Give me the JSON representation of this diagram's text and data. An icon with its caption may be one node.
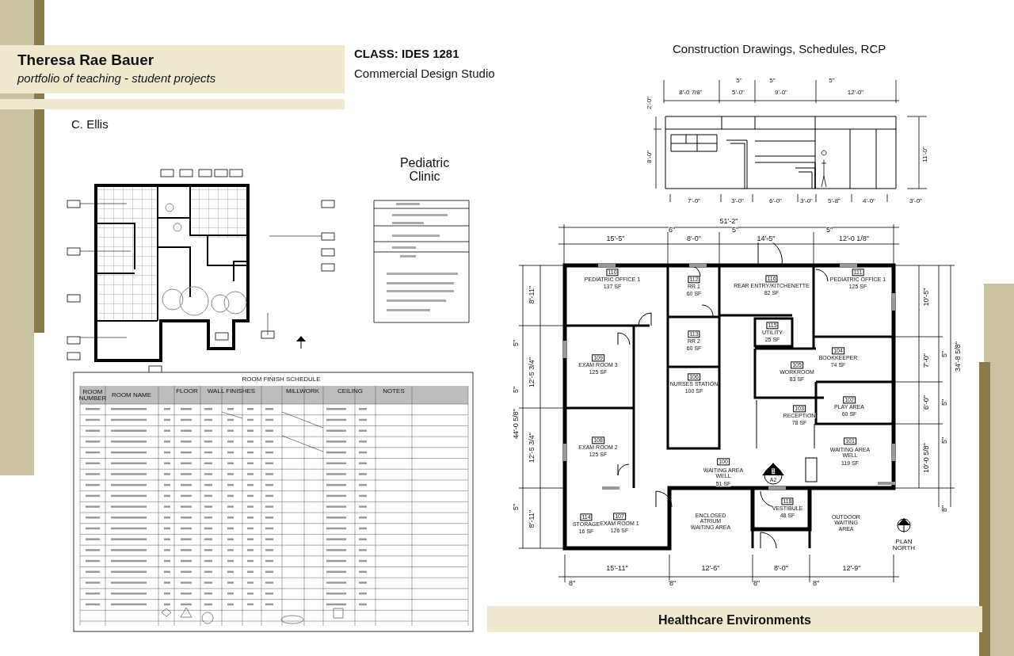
{
  "diagram": {
    "nodes": [
      {
        "text": [
          "Theresa Rae Bauer",
          "portfolio of teaching - student projects"
        ]
      },
      {
        "text": [
          "Healthcare Environments"
        ]
      }
    ],
    "labels": [
      "CLASS: IDES 1281",
      "Commercial Design Studio",
      "Construction Drawings, Schedules, RCP",
      "C. Ellis",
      "Pediatric Clinic",
      "8'-0 7/8\"",
      "5\"",
      "5'-0\"",
      "5\"",
      "9'-0\"",
      "5\"",
      "12'-0\"",
      "7'-0\"",
      "3'-0\"",
      "6'-0\"",
      "3'-0\"",
      "5'-8\"",
      "4'-0\"",
      "3'-0\"",
      "2'-0\"",
      "8'-0\"",
      "11'-0\"",
      "110",
      "PEDIATRIC OFFICE 1",
      "137 SF",
      "112",
      "RR 1",
      "60 SF",
      "116",
      "REAR ENTRY/KITCHENETTE",
      "82 SF",
      "111",
      "PEDIATRIC OFFICE 1",
      "125 SF",
      "115",
      "UTILITY",
      "25 SF",
      "113",
      "RR 2",
      "60 SF",
      "104",
      "BOOKKEEPER",
      "74 SF",
      "109",
      "EXAM ROOM 3",
      "125 SF",
      "105",
      "WORKROOM",
      "83 SF",
      "106",
      "NURSES STATION",
      "100 SF",
      "102",
      "PLAY AREA",
      "60 SF",
      "103",
      "RECEPTION",
      "78 SF",
      "108",
      "EXAM ROOM 2",
      "125 SF",
      "101",
      "WAITING AREA WELL",
      "119 SF",
      "100",
      "WAITING AREA WELL",
      "51 SF",
      "114",
      "STORAGE",
      "16 SF",
      "107",
      "EXAM ROOM 1",
      "126 SF",
      "ENCLOSED ATRIUM WAITING AREA",
      "118",
      "VESTIBULE",
      "48 SF",
      "OUTDOOR WAITING AREA",
      "1",
      "A2",
      "PLAN NORTH",
      "51'-2\"",
      "15'-5\"",
      "6\"",
      "8'-0\"",
      "5\"",
      "14'-5\"",
      "5\"",
      "12'-0 1/8\"",
      "8'-11\"",
      "5\"",
      "12'-5 3/4\"",
      "5\"",
      "12'-5 3/4\"",
      "5\"",
      "8'-11\"",
      "44'-0 5/8\"",
      "10'-5\"",
      "7'-0\"",
      "5\"",
      "6'-0\"",
      "5\"",
      "10'-0 5/8\"",
      "5\"",
      "8\"",
      "34'-8 5/8\"",
      "15'-11\"",
      "12'-6\"",
      "8'-0\"",
      "12'-9\"",
      "8\"",
      "8\"",
      "8\"",
      "8\"",
      "ROOM FINISH SCHEDULE",
      "ROOM NUMBER",
      "ROOM NAME",
      "FLOOR",
      "WALL FINISHES",
      "MILLWORK",
      "CEILING",
      "NOTES"
    ]
  }
}
